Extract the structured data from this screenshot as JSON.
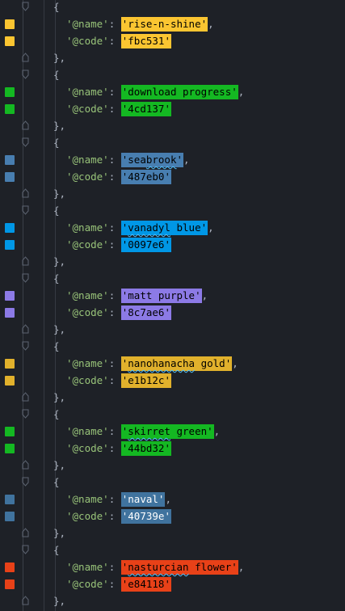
{
  "entries": [
    {
      "name": "rise-n-shine",
      "code": "fbc531",
      "color": "#fbc531",
      "text_color": "dark",
      "squiggle": ""
    },
    {
      "name": "download progress",
      "code": "4cd137",
      "color": "#14b822",
      "text_color": "dark",
      "squiggle": ""
    },
    {
      "name": "seabrook",
      "code": "487eb0",
      "color": "#487eb0",
      "text_color": "dark",
      "squiggle": "brook"
    },
    {
      "name": "vanadyl blue",
      "code": "0097e6",
      "color": "#0097e6",
      "text_color": "dark",
      "squiggle": "vanadyl"
    },
    {
      "name": "matt purple",
      "code": "8c7ae6",
      "color": "#8c7ae6",
      "text_color": "dark",
      "squiggle": ""
    },
    {
      "name": "nanohanacha gold",
      "code": "e1b12c",
      "color": "#e1b12c",
      "text_color": "dark",
      "squiggle": "nanohanacha"
    },
    {
      "name": "skirret green",
      "code": "44bd32",
      "color": "#14b822",
      "text_color": "dark",
      "squiggle": "skirret"
    },
    {
      "name": "naval",
      "code": "40739e",
      "color": "#40739e",
      "text_color": "light",
      "squiggle": ""
    },
    {
      "name": "nasturcian flower",
      "code": "e84118",
      "color": "#e84118",
      "text_color": "dark",
      "squiggle": "nasturcian"
    }
  ],
  "tokens": {
    "open_brace": "{",
    "close_brace": "},",
    "name_key": "'@name'",
    "code_key": "'@code'",
    "colon": ":",
    "comma": ","
  }
}
